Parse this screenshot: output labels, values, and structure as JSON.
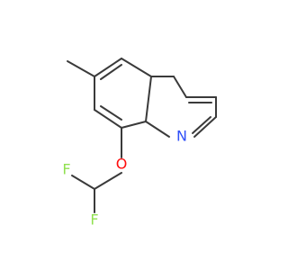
{
  "molecule": {
    "atoms": {
      "n1": {
        "symbol": "N",
        "color": "#3050F8"
      },
      "o1": {
        "symbol": "O",
        "color": "#FF0D0D"
      },
      "f1": {
        "symbol": "F",
        "color": "#90E050"
      },
      "f2": {
        "symbol": "F",
        "color": "#90E050"
      }
    }
  },
  "colors": {
    "bond": "#3a3a3a",
    "background": "#ffffff"
  }
}
